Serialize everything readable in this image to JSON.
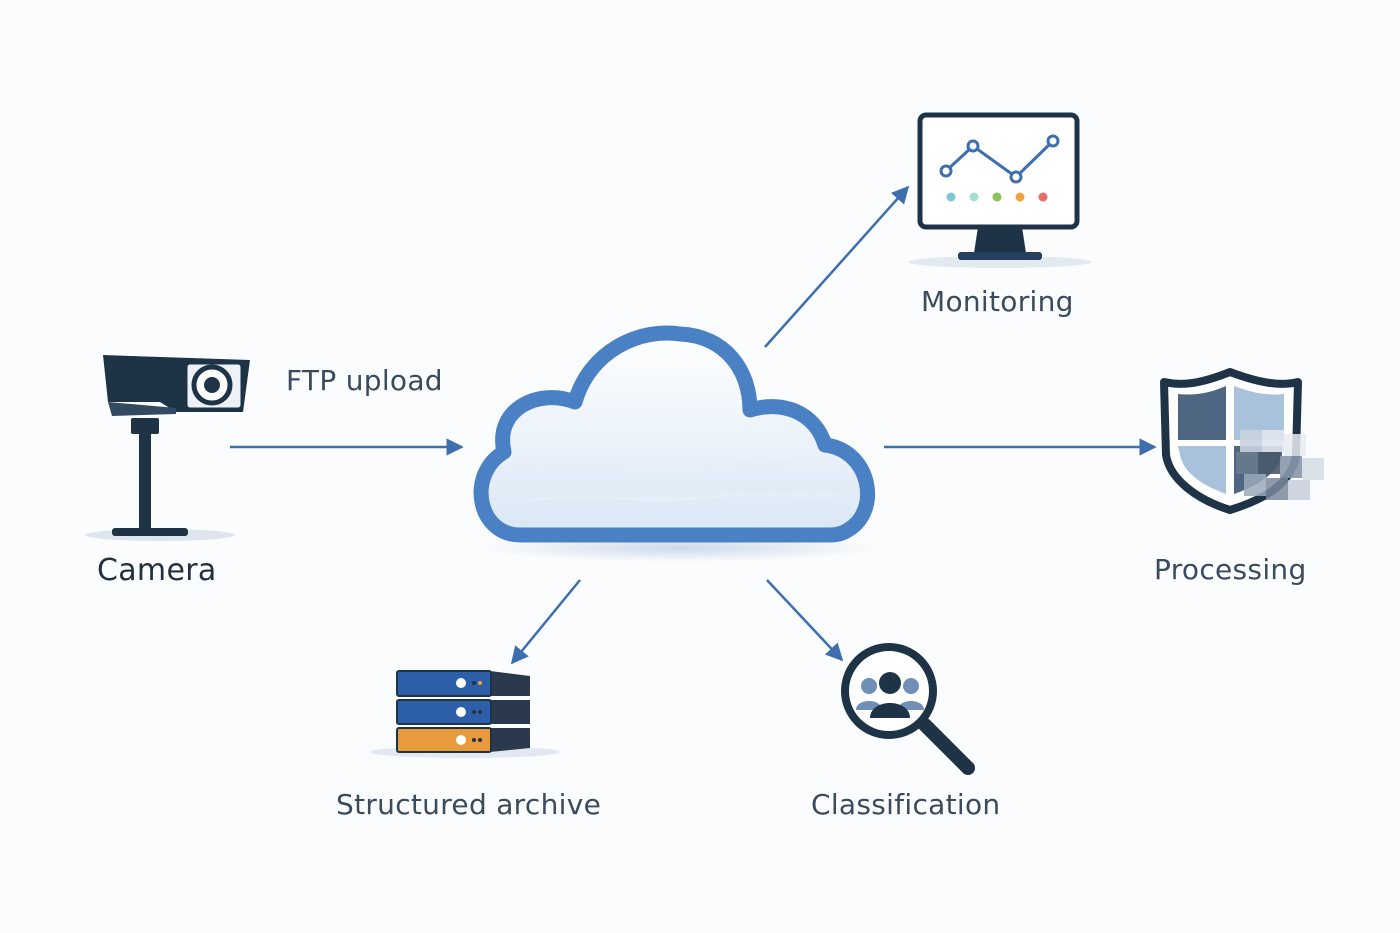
{
  "nodes": {
    "camera": {
      "label": "Camera",
      "icon": "security-camera-icon"
    },
    "cloud": {
      "icon": "cloud-icon"
    },
    "monitoring": {
      "label": "Monitoring",
      "icon": "monitor-chart-icon"
    },
    "processing": {
      "label": "Processing",
      "icon": "shield-pixelated-icon"
    },
    "archive": {
      "label": "Structured archive",
      "icon": "server-stack-icon"
    },
    "classification": {
      "label": "Classification",
      "icon": "magnifier-people-icon"
    }
  },
  "edges": {
    "upload": {
      "label": "FTP upload"
    }
  },
  "colors": {
    "arrow": "#3d6eae",
    "cloud_outline": "#4a80c4",
    "icon_dark": "#1f3347",
    "server_blue": "#2c5fa8",
    "server_orange": "#e89a3c",
    "chart_dots": [
      "#7ec8d6",
      "#a4ddd2",
      "#8cc25a",
      "#f2a43c",
      "#e86a6a"
    ]
  }
}
